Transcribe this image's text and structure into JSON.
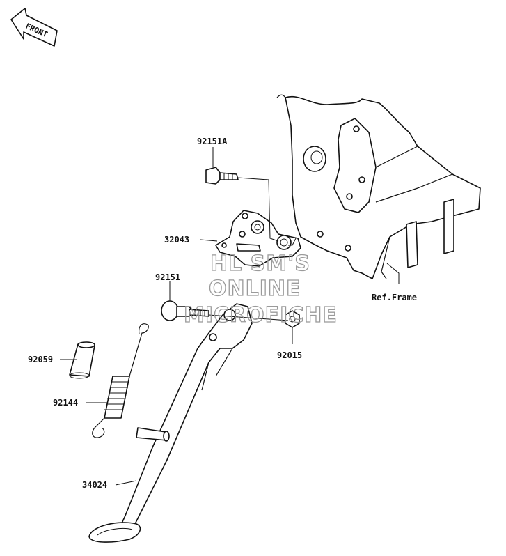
{
  "direction_arrow": {
    "label": "FRONT",
    "icon": "front-arrow-icon"
  },
  "callouts": [
    {
      "id": "92151A",
      "label": "92151A"
    },
    {
      "id": "32043",
      "label": "32043"
    },
    {
      "id": "92151",
      "label": "92151"
    },
    {
      "id": "92059",
      "label": "92059"
    },
    {
      "id": "92144",
      "label": "92144"
    },
    {
      "id": "92015",
      "label": "92015"
    },
    {
      "id": "34024",
      "label": "34024"
    },
    {
      "id": "ref-frame",
      "label": "Ref.Frame"
    }
  ],
  "watermark": {
    "lines": [
      "HL SM'S",
      "ONLINE",
      "MICROFICHE"
    ]
  }
}
